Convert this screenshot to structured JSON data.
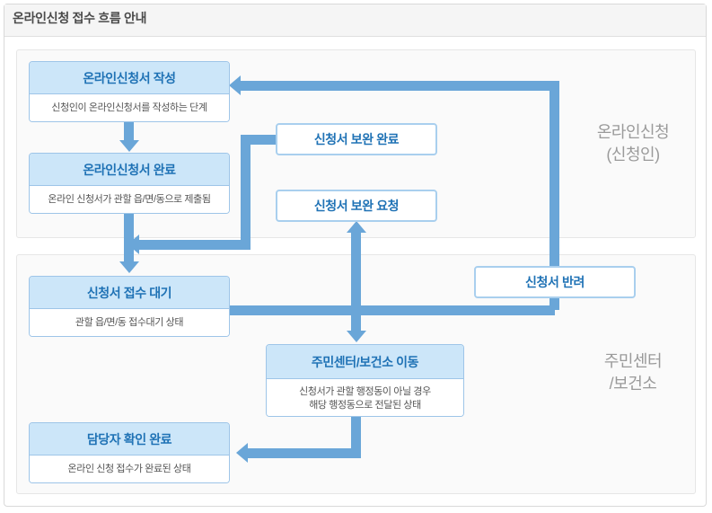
{
  "header": {
    "title": "온라인신청 접수 흐름 안내"
  },
  "lanes": [
    {
      "id": "online",
      "label": "온라인신청\n(신청인)"
    },
    {
      "id": "center",
      "label": "주민센터\n/보건소"
    }
  ],
  "nodes": {
    "write": {
      "title": "온라인신청서 작성",
      "desc": "신청인이 온라인신청서를 작성하는 단계"
    },
    "complete": {
      "title": "온라인신청서 완료",
      "desc": "온라인 신청서가 관할 읍/면/동으로 제출됨"
    },
    "wait": {
      "title": "신청서 접수 대기",
      "desc": "관할 읍/면/동 접수대기 상태"
    },
    "move": {
      "title": "주민센터/보건소 이동",
      "desc": "신청서가 관할 행정동이 아닐 경우\n해당 행정동으로 전달된 상태"
    },
    "done": {
      "title": "담당자 확인 완료",
      "desc": "온라인 신청 접수가 완료된 상태"
    },
    "supplement_done": {
      "title": "신청서 보완 완료"
    },
    "supplement_request": {
      "title": "신청서 보완 요청"
    },
    "reject": {
      "title": "신청서 반려"
    }
  },
  "colors": {
    "accent": "#6aa6d8",
    "node_head_bg": "#cce6f9",
    "node_title_text": "#1f72b5",
    "node_border": "#9ec5e8",
    "lane_label_text": "#9a9a9a",
    "panel_bg": "#fafafa",
    "titlebar_bg": "#f5f5f5"
  }
}
